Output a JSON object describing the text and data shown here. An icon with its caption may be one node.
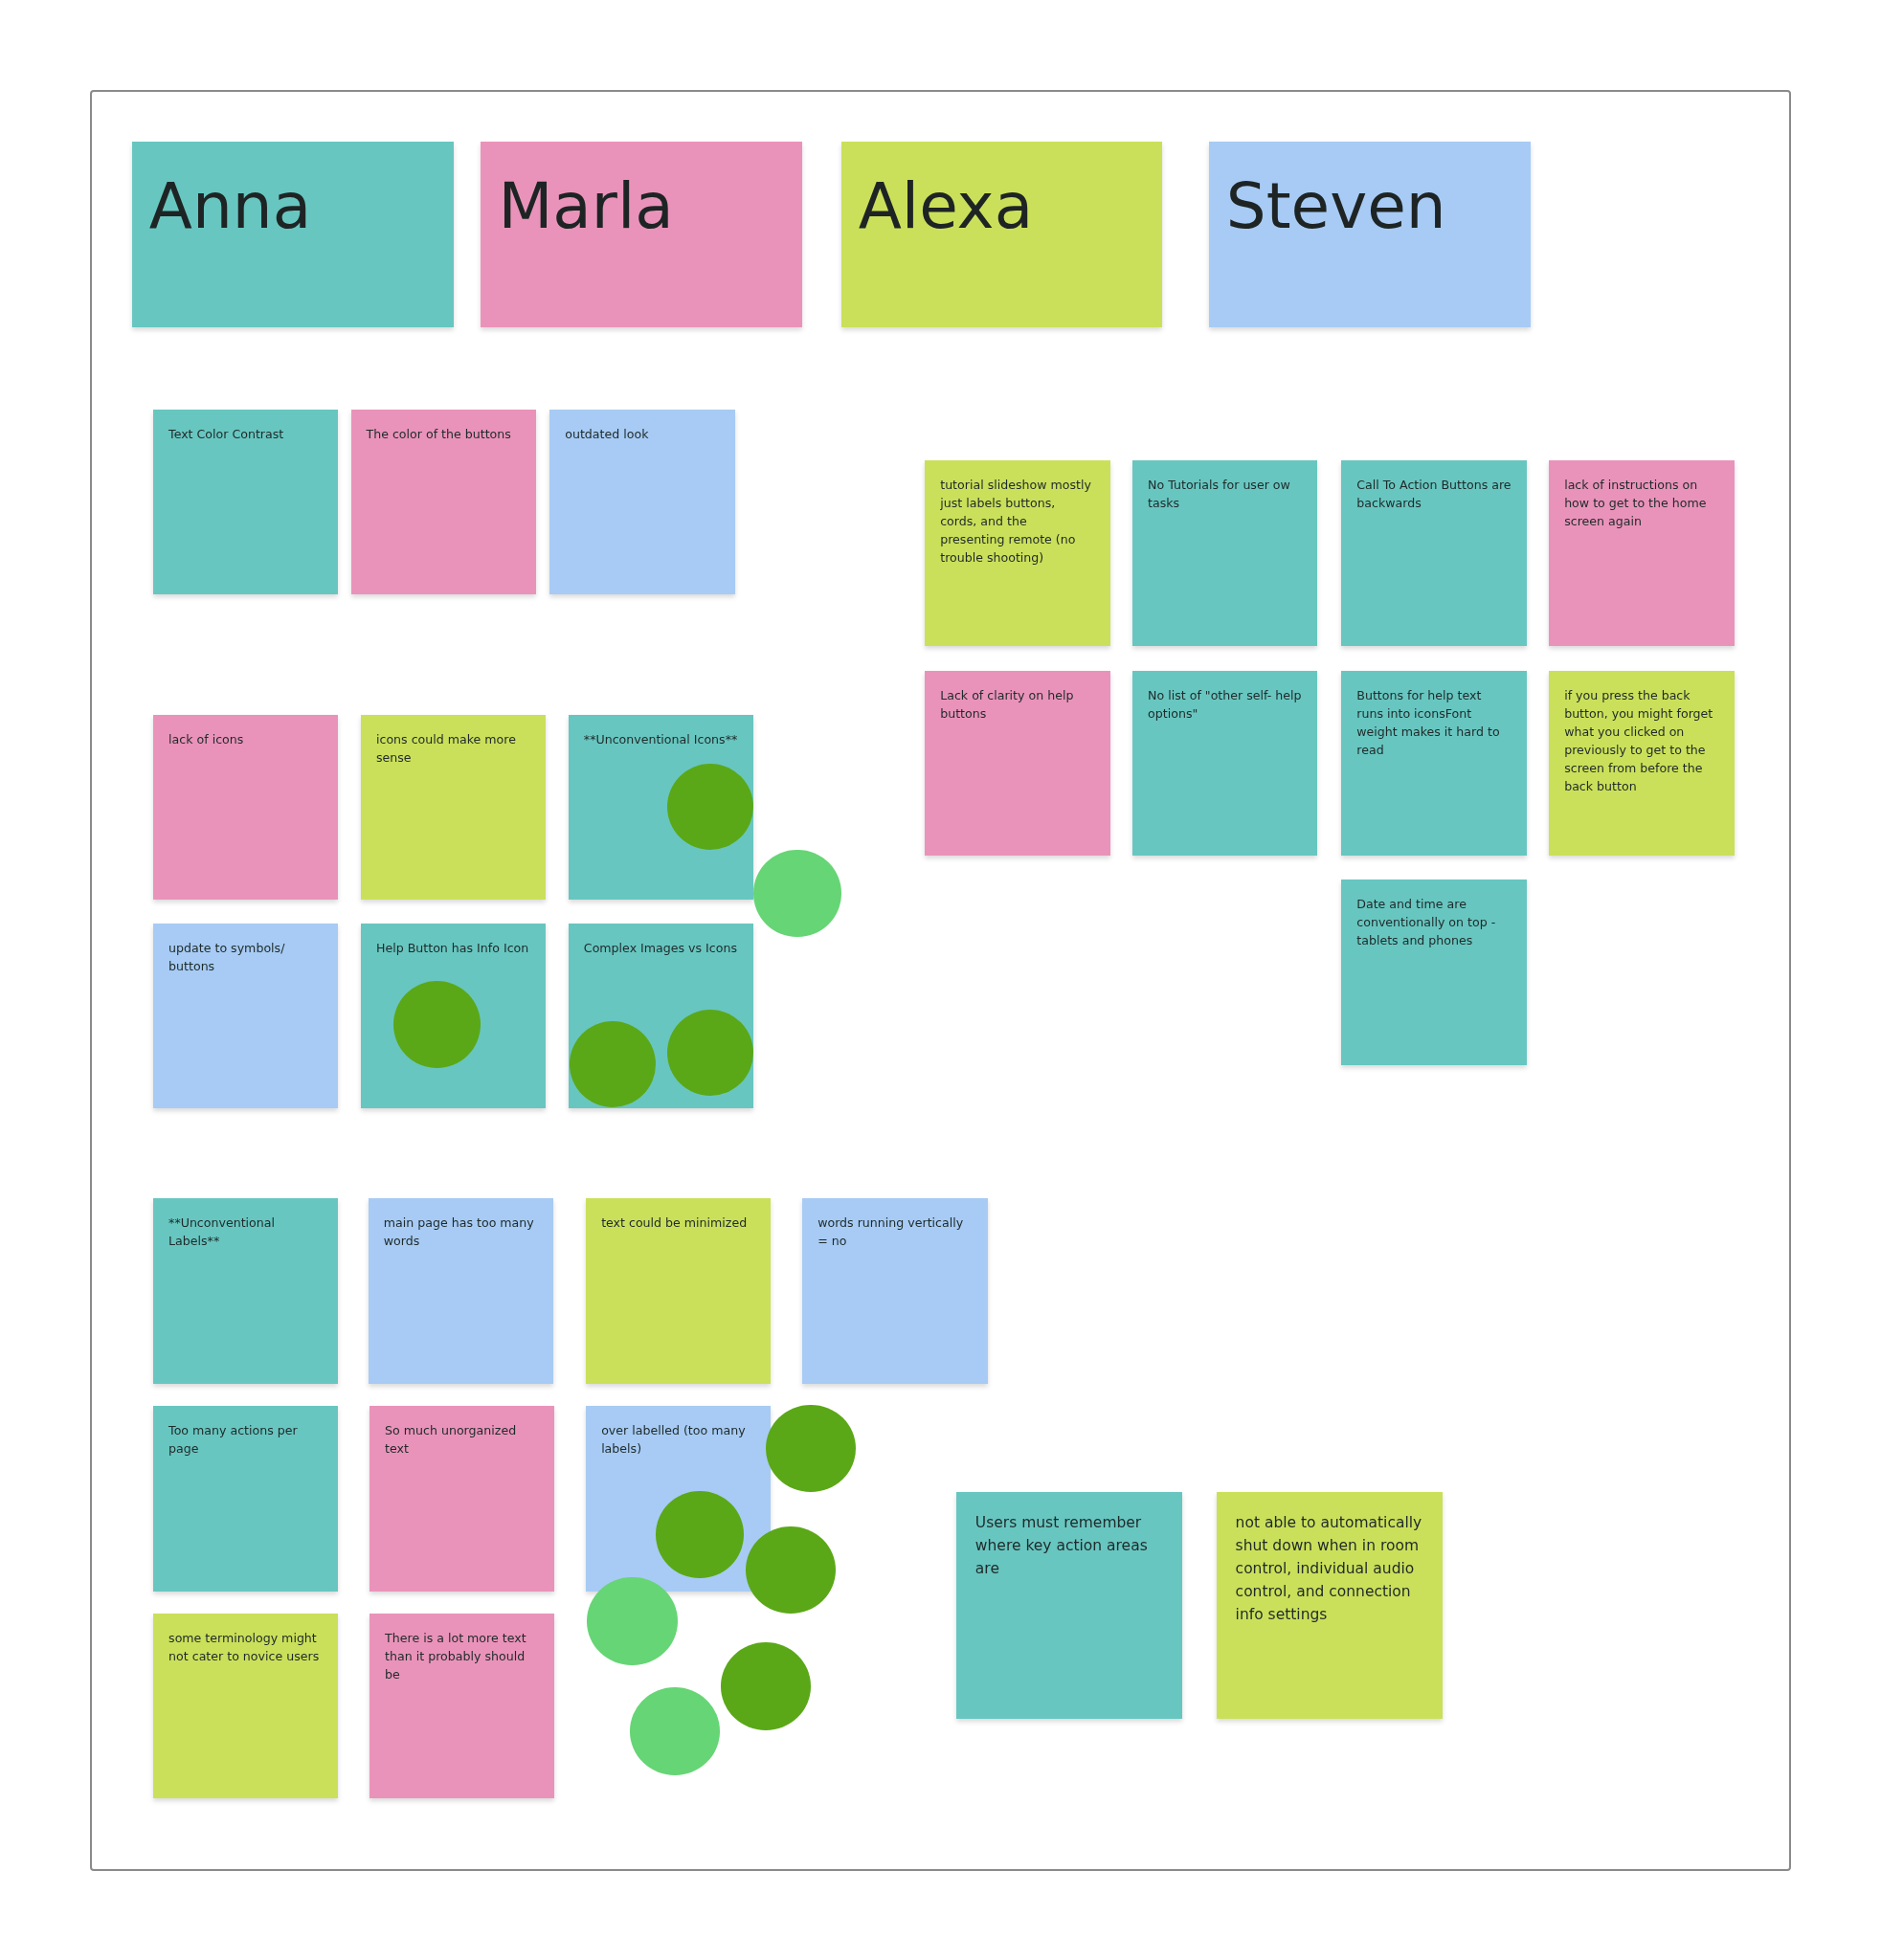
{
  "diagram": {
    "nodes": [
      {
        "text": [],
        "shape": "box"
      },
      {
        "text": [
          "Anna"
        ],
        "in": 0
      },
      {
        "text": [
          "Marla"
        ],
        "in": 0
      },
      {
        "text": [
          "Alexa"
        ],
        "in": 0
      },
      {
        "text": [
          "Steven"
        ],
        "in": 0
      },
      {
        "text": [
          "Text Color Contrast"
        ],
        "in": 0
      },
      {
        "text": [
          "The color of the buttons"
        ],
        "in": 0
      },
      {
        "text": [
          "outdated look"
        ],
        "in": 0
      },
      {
        "text": [
          "tutorial slideshow mostly just labels buttons, cords, and the presenting remote (no trouble shooting)"
        ],
        "in": 0
      },
      {
        "text": [
          "No Tutorials for user ow tasks"
        ],
        "in": 0
      },
      {
        "text": [
          "Call To Action Buttons are backwards"
        ],
        "in": 0
      },
      {
        "text": [
          "lack of instructions on how to get to the home screen again"
        ],
        "in": 0
      },
      {
        "text": [
          "Lack of clarity on help buttons"
        ],
        "in": 0
      },
      {
        "text": [
          "No list of \"other self- help options\""
        ],
        "in": 0
      },
      {
        "text": [
          "Buttons for help text runs into iconsFont weight makes it hard to read"
        ],
        "in": 0
      },
      {
        "text": [
          "if you press the back button, you might forget what you clicked on previously to get to the screen from before the back button"
        ],
        "in": 0
      },
      {
        "text": [
          "lack of icons"
        ],
        "in": 0
      },
      {
        "text": [
          "icons could make more sense"
        ],
        "in": 0
      },
      {
        "text": [
          "**Unconventional Icons**"
        ],
        "in": 0
      },
      {
        "text": [],
        "shape": "circle",
        "in": 18
      },
      {
        "text": [],
        "shape": "circle",
        "in": 0
      },
      {
        "text": [
          "update to symbols/ buttons"
        ],
        "in": 0
      },
      {
        "text": [
          "Help Button has Info Icon"
        ],
        "in": 0
      },
      {
        "text": [],
        "shape": "circle",
        "in": 22
      },
      {
        "text": [
          "Complex Images vs Icons"
        ],
        "in": 0
      },
      {
        "text": [],
        "shape": "circle",
        "in": 24
      },
      {
        "text": [],
        "shape": "circle",
        "in": 24
      },
      {
        "text": [
          "Date and time are conventionally on top - tablets and phones"
        ],
        "in": 0
      },
      {
        "text": [
          "**Unconventional Labels**"
        ],
        "in": 0
      },
      {
        "text": [
          "main page has too many words"
        ],
        "in": 0
      },
      {
        "text": [
          "text could be minimized"
        ],
        "in": 0
      },
      {
        "text": [
          "words running vertically = no"
        ],
        "in": 0
      },
      {
        "text": [
          "Too many actions per page"
        ],
        "in": 0
      },
      {
        "text": [
          "So much unorganized text"
        ],
        "in": 0
      },
      {
        "text": [
          "over labelled (too many labels)"
        ],
        "in": 0
      },
      {
        "text": [],
        "shape": "circle",
        "in": 0
      },
      {
        "text": [],
        "shape": "circle",
        "in": 34
      },
      {
        "text": [],
        "shape": "circle",
        "in": 0
      },
      {
        "text": [
          "Users must remember where key action areas are"
        ],
        "in": 0
      },
      {
        "text": [
          "not able to automatically shut down when in room control, individual audio control, and connection info settings"
        ],
        "in": 0
      },
      {
        "text": [
          "some terminology might not cater to novice users"
        ],
        "in": 0
      },
      {
        "text": [
          "There is a lot more text than it probably should be"
        ],
        "in": 0
      },
      {
        "text": [],
        "shape": "circle",
        "in": 0
      },
      {
        "text": [],
        "shape": "circle",
        "in": 0
      },
      {
        "text": [],
        "shape": "circle",
        "in": 0
      }
    ],
    "edges": []
  }
}
